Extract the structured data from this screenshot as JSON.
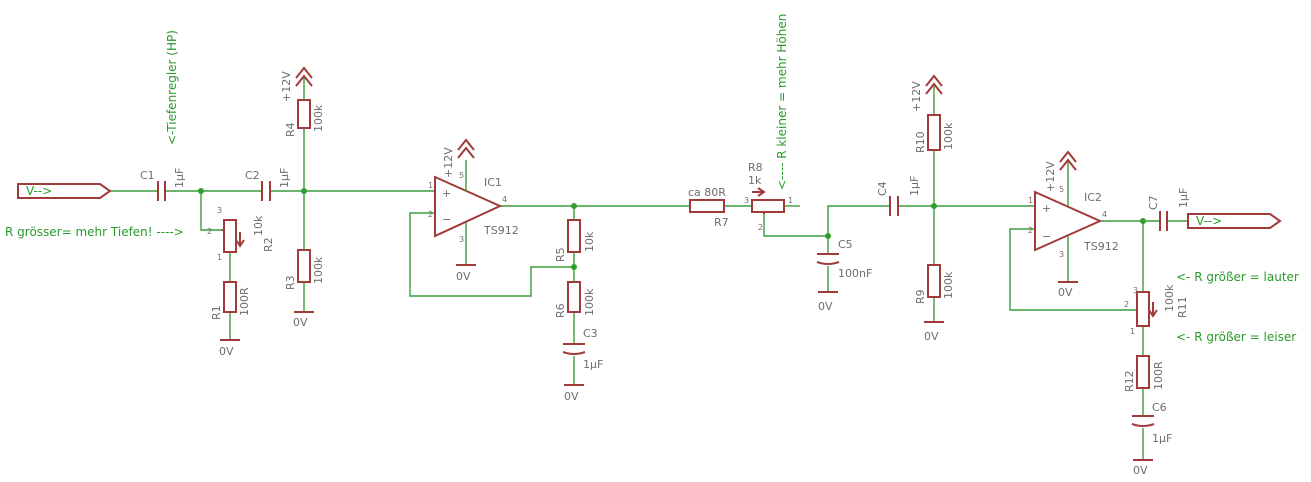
{
  "colors": {
    "wire": "#3c9c3c",
    "part": "#a33a3a",
    "label": "#6e6e6e",
    "note": "#2a9a2a"
  },
  "ports": {
    "in": "V-->",
    "out": "V-->"
  },
  "rails": {
    "vcc": "+12V",
    "gnd": "0V"
  },
  "parts": {
    "C1": {
      "name": "C1",
      "value": "1µF"
    },
    "C2": {
      "name": "C2",
      "value": "1µF"
    },
    "C3": {
      "name": "C3",
      "value": "1µF"
    },
    "C4": {
      "name": "C4",
      "value": "1µF"
    },
    "C5": {
      "name": "C5",
      "value": "100nF"
    },
    "C6": {
      "name": "C6",
      "value": "1µF"
    },
    "C7": {
      "name": "C7",
      "value": "1µF"
    },
    "R1": {
      "name": "R1",
      "value": "100R"
    },
    "R2": {
      "name": "R2",
      "value": "10k"
    },
    "R3": {
      "name": "R3",
      "value": "100k"
    },
    "R4": {
      "name": "R4",
      "value": "100k"
    },
    "R5": {
      "name": "R5",
      "value": "10k"
    },
    "R6": {
      "name": "R6",
      "value": "100k"
    },
    "R7": {
      "name": "R7",
      "value": "ca 80R"
    },
    "R8": {
      "name": "R8",
      "value": "1k"
    },
    "R9": {
      "name": "R9",
      "value": "100k"
    },
    "R10": {
      "name": "R10",
      "value": "100k"
    },
    "R11": {
      "name": "R11",
      "value": "100k"
    },
    "R12": {
      "name": "R12",
      "value": "100R"
    },
    "IC1": {
      "name": "IC1",
      "value": "TS912"
    },
    "IC2": {
      "name": "IC2",
      "value": "TS912"
    }
  },
  "pins": {
    "p1": "1",
    "p2": "2",
    "p3": "3",
    "p4": "4",
    "p5": "5",
    "plus": "+",
    "minus": "−"
  },
  "notes": {
    "tiefenregler": "<-Tiefenregler (HP)",
    "mehr_tiefen": "R grösser= mehr Tiefen! ---->",
    "mehr_hoehen": "<---- R kleiner = mehr Höhen",
    "lauter": "<- R größer = lauter",
    "leiser": "<- R größer = leiser"
  }
}
